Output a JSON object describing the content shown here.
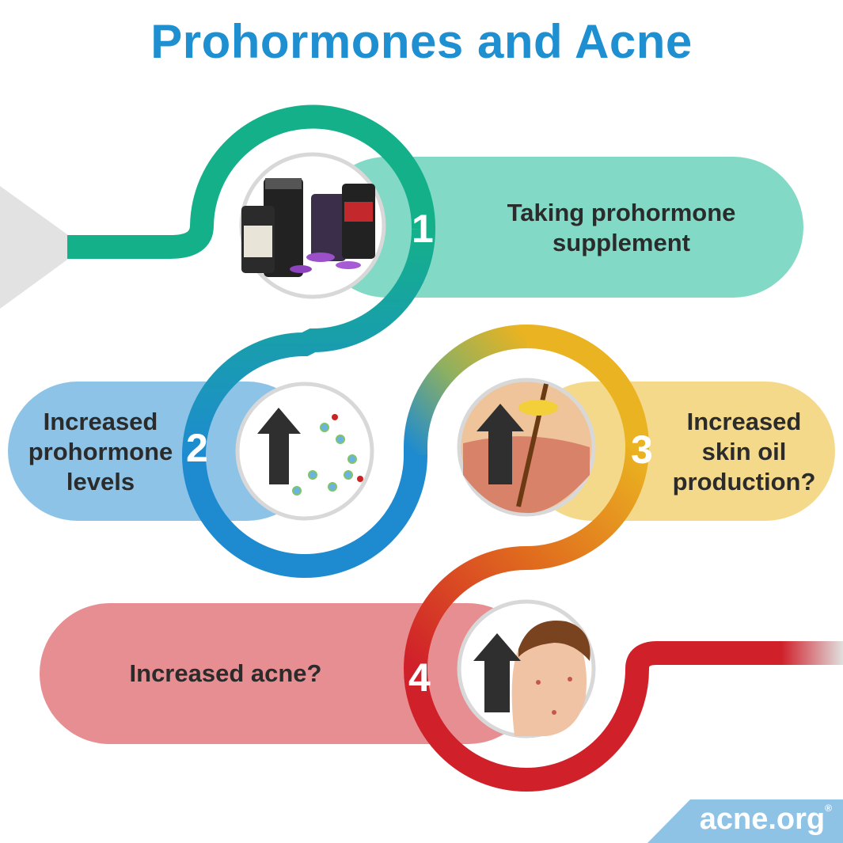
{
  "title": "Prohormones and Acne",
  "steps": [
    {
      "number": "1",
      "label": "Taking prohormone supplement",
      "icon": "supplement-bottles-icon"
    },
    {
      "number": "2",
      "label": "Increased prohormone levels",
      "icon": "molecule-up-arrow-icon"
    },
    {
      "number": "3",
      "label": "Increased skin oil production?",
      "icon": "skin-oil-up-arrow-icon"
    },
    {
      "number": "4",
      "label": "Increased acne?",
      "icon": "face-acne-up-arrow-icon"
    }
  ],
  "logo": {
    "text": "acne.org",
    "mark": "®"
  },
  "colors": {
    "title": "#1e8fd0",
    "green": "#14b08a",
    "blue": "#1e8bd0",
    "yellow": "#eab321",
    "red": "#d0202a"
  }
}
